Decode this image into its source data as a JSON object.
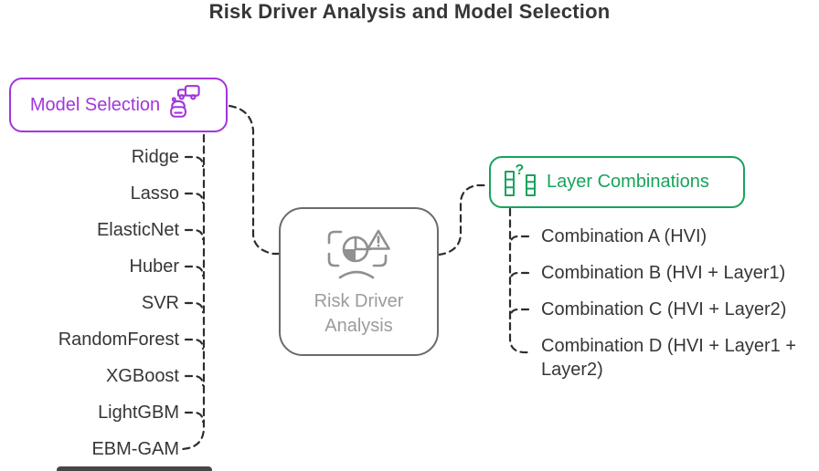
{
  "title": "Risk Driver Analysis and Model Selection",
  "colors": {
    "purple": "#A236D9",
    "green": "#18A35C",
    "center_border": "#6B6B6B",
    "center_text": "#9C9C9C",
    "connector": "#2D2D2D",
    "text": "#363636"
  },
  "model_selection": {
    "label": "Model Selection",
    "icon": "robot-truck-icon",
    "items": [
      "Ridge",
      "Lasso",
      "ElasticNet",
      "Huber",
      "SVR",
      "RandomForest",
      "XGBoost",
      "LightGBM",
      "EBM-GAM"
    ]
  },
  "risk_driver_analysis": {
    "label_line1": "Risk Driver",
    "label_line2": "Analysis",
    "icon": "pie-chart-alert-icon"
  },
  "layer_combinations": {
    "label": "Layer Combinations",
    "icon": "stacked-layers-question-icon",
    "items": [
      "Combination A (HVI)",
      "Combination B (HVI + Layer1)",
      "Combination C (HVI + Layer2)",
      "Combination D (HVI + Layer1 + Layer2)"
    ]
  }
}
